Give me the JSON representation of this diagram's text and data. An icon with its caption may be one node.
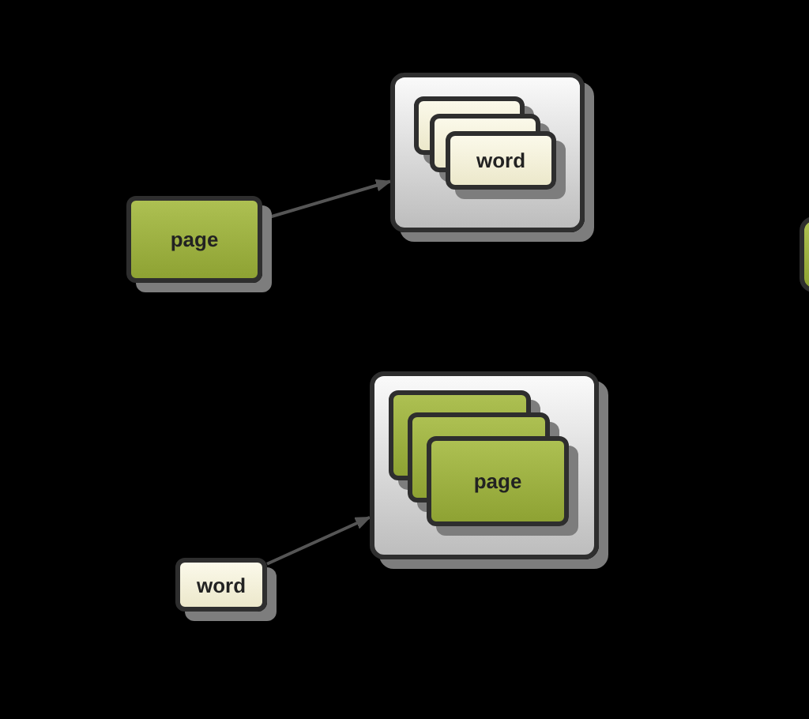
{
  "diagram": {
    "nodes": [
      {
        "text": [
          "page"
        ]
      },
      {
        "text": [],
        "shape": "box"
      },
      {
        "text": [
          "word"
        ],
        "in": 1
      },
      {
        "text": [],
        "shape": "box"
      },
      {
        "text": [
          "word"
        ]
      },
      {
        "text": [],
        "shape": "box"
      },
      {
        "text": [
          "page"
        ],
        "in": 5
      }
    ],
    "edges": [
      {
        "from": 0,
        "to": 1,
        "arrow": "to"
      },
      {
        "from": 4,
        "to": 5,
        "arrow": "to"
      }
    ]
  }
}
